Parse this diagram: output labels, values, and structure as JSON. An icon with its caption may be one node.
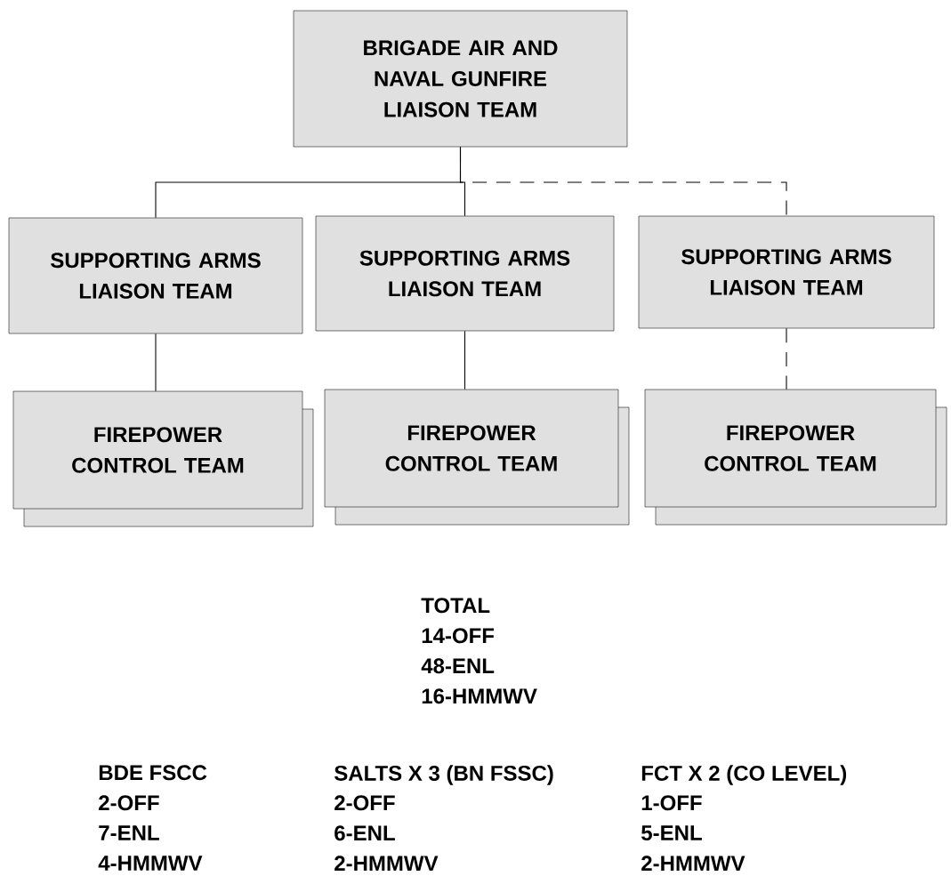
{
  "diagram": {
    "nodes": [
      {
        "text": [
          "BRIGADE AIR AND NAVAL GUNFIRE LIAISON TEAM"
        ]
      },
      {
        "text": [
          "SUPPORTING ARMS LIAISON TEAM"
        ]
      },
      {
        "text": [
          "SUPPORTING ARMS LIAISON TEAM"
        ]
      },
      {
        "text": [
          "SUPPORTING ARMS LIAISON TEAM"
        ]
      },
      {
        "text": [
          "FIREPOWER CONTROL TEAM"
        ]
      },
      {
        "text": [
          "FIREPOWER CONTROL TEAM"
        ]
      },
      {
        "text": [
          "FIREPOWER CONTROL TEAM"
        ]
      }
    ],
    "edges": [
      {
        "from": 0,
        "to": 1,
        "arrow": "none"
      },
      {
        "from": 0,
        "to": 2,
        "arrow": "none"
      },
      {
        "from": 0,
        "to": 3,
        "arrow": "none",
        "style": "dashed"
      },
      {
        "from": 1,
        "to": 4,
        "arrow": "none"
      },
      {
        "from": 2,
        "to": 5,
        "arrow": "none"
      },
      {
        "from": 3,
        "to": 6,
        "arrow": "none",
        "style": "dashed"
      }
    ],
    "labels": [
      "TOTAL",
      "14-OFF",
      "48-ENL",
      "16-HMMWV",
      "BDE FSCC",
      "2-OFF",
      "7-ENL",
      "4-HMMWV",
      "SALTS X 3 (BN FSSC)",
      "2-OFF",
      "6-ENL",
      "2-HMMWV",
      "FCT X 2 (CO LEVEL)",
      "1-OFF",
      "5-ENL",
      "2-HMMWV"
    ]
  }
}
